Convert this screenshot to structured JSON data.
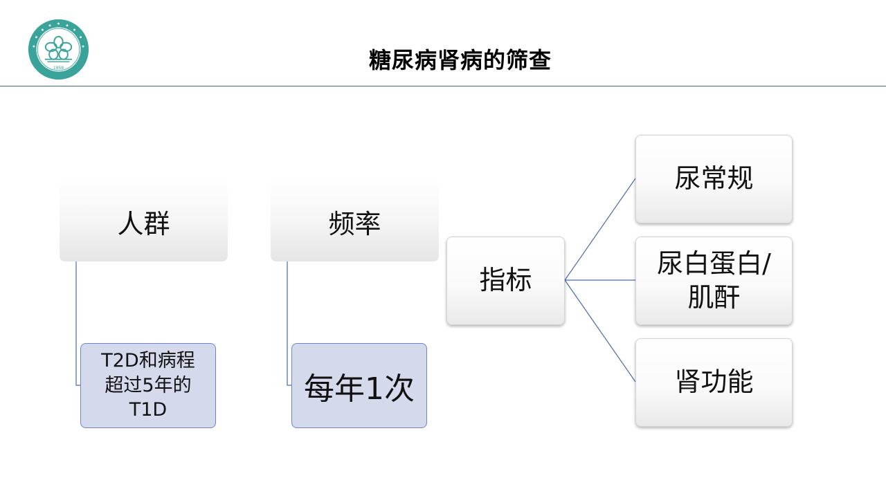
{
  "slide": {
    "title": "糖尿病肾病的筛查",
    "logo_year": "1958",
    "colors": {
      "rule": "#3a6b70",
      "logo_teal": "#3aa39a",
      "connector": "#4a6aa8",
      "box_fill": "#d4d9eb",
      "box_border": "#6b85c8"
    }
  },
  "diagram": {
    "population": {
      "header": "人群",
      "detail_lines": [
        "T2D和病程",
        "超过5年的",
        "T1D"
      ]
    },
    "frequency": {
      "header": "频率",
      "detail": "每年1次"
    },
    "indicators": {
      "label": "指标",
      "items": [
        {
          "lines": [
            "尿常规"
          ]
        },
        {
          "lines": [
            "尿白蛋白/",
            "肌酐"
          ]
        },
        {
          "lines": [
            "肾功能"
          ]
        }
      ]
    }
  }
}
